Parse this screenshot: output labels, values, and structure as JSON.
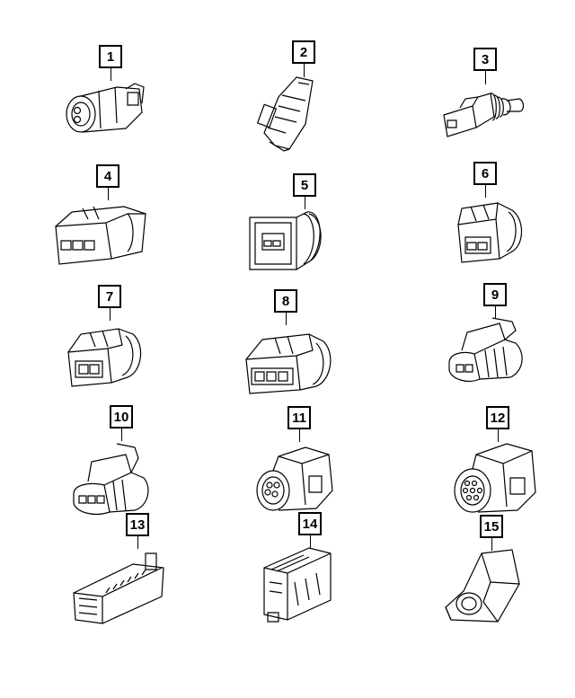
{
  "callouts": [
    "1",
    "2",
    "3",
    "4",
    "5",
    "6",
    "7",
    "8",
    "9",
    "10",
    "11",
    "12",
    "13",
    "14",
    "15"
  ],
  "parts": [
    {
      "label": "1",
      "icon": "round-2-pin-connector-icon"
    },
    {
      "label": "2",
      "icon": "inline-slim-connector-icon"
    },
    {
      "label": "3",
      "icon": "sealed-1-way-connector-icon"
    },
    {
      "label": "4",
      "icon": "3-way-flat-connector-icon"
    },
    {
      "label": "5",
      "icon": "2-way-square-flange-connector-icon"
    },
    {
      "label": "6",
      "icon": "2-way-compact-connector-icon"
    },
    {
      "label": "7",
      "icon": "2-way-latched-connector-icon"
    },
    {
      "label": "8",
      "icon": "3-way-latched-connector-icon"
    },
    {
      "label": "9",
      "icon": "2-way-angled-connector-icon"
    },
    {
      "label": "10",
      "icon": "3-way-angled-connector-icon"
    },
    {
      "label": "11",
      "icon": "round-multi-pin-connector-icon"
    },
    {
      "label": "12",
      "icon": "round-multi-pin-connector-large-icon"
    },
    {
      "label": "13",
      "icon": "multi-pin-ecu-connector-icon"
    },
    {
      "label": "14",
      "icon": "multi-pin-block-connector-icon"
    },
    {
      "label": "15",
      "icon": "hooded-round-connector-icon"
    }
  ]
}
